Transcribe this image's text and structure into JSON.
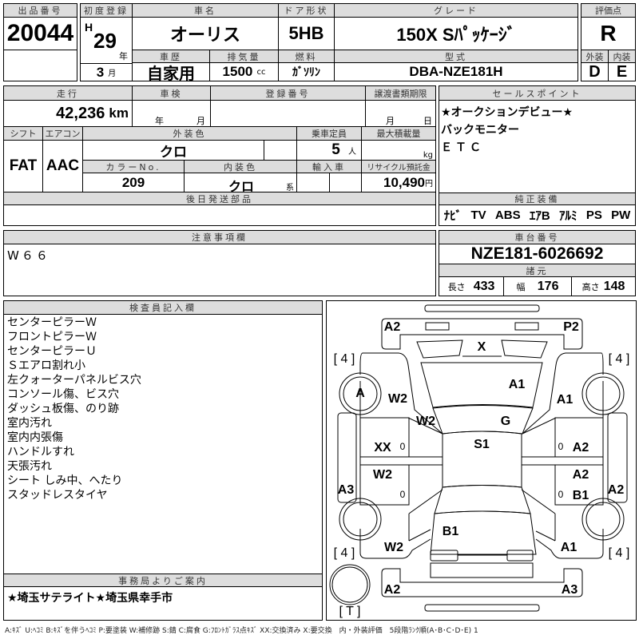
{
  "lot": {
    "label": "出品番号",
    "value": "20044"
  },
  "first_reg": {
    "label": "初度登録",
    "era": "H",
    "year": "29",
    "year_unit": "年",
    "month": "3",
    "month_unit": "月"
  },
  "car_name": {
    "label": "車名",
    "value": "オーリス"
  },
  "door": {
    "label": "ドア形状",
    "value": "5HB"
  },
  "grade": {
    "label": "グレード",
    "value": "150X Sﾊﾟｯｹｰｼﾞ"
  },
  "history": {
    "label": "車歴",
    "value": "自家用"
  },
  "displacement": {
    "label": "排気量",
    "value": "1500",
    "unit": "cc"
  },
  "fuel": {
    "label": "燃料",
    "value": "ｶﾞｿﾘﾝ"
  },
  "model": {
    "label": "型式",
    "value": "DBA-NZE181H"
  },
  "score": {
    "label": "評価点",
    "value": "R",
    "ext_label": "外装",
    "int_label": "内装",
    "ext": "D",
    "int": "E"
  },
  "mileage": {
    "label": "走行",
    "value": "42,236",
    "unit": "km"
  },
  "inspection": {
    "label": "車検",
    "year_unit": "年",
    "month_unit": "月"
  },
  "reg_no": {
    "label": "登録番号"
  },
  "transfer": {
    "label": "譲渡書類期限",
    "month_unit": "月",
    "day_unit": "日"
  },
  "shift": {
    "label": "シフト",
    "value": "FAT"
  },
  "ac": {
    "label": "エアコン",
    "value": "AAC"
  },
  "ext_color": {
    "label": "外装色",
    "value": "クロ"
  },
  "capacity": {
    "label": "乗車定員",
    "value": "5",
    "unit": "人"
  },
  "max_load": {
    "label": "最大積載量",
    "unit": "kg"
  },
  "color_no": {
    "label": "カラーNo.",
    "value": "209"
  },
  "int_color": {
    "label": "内装色",
    "value": "クロ",
    "unit": "系"
  },
  "import": {
    "label": "輸入車"
  },
  "recycle": {
    "label": "リサイクル預託金",
    "value": "10,490",
    "unit": "円"
  },
  "later_parts": {
    "label": "後日発送部品"
  },
  "sales_points": {
    "label": "セールスポイント",
    "items": [
      "★オークションデビュー★",
      "バックモニター",
      "ＥＴＣ"
    ]
  },
  "equipment": {
    "label": "純正装備",
    "items": [
      "ﾅﾋﾞ",
      "TV",
      "ABS",
      "ｴｱB",
      "ｱﾙﾐ",
      "PS",
      "PW"
    ]
  },
  "caution": {
    "label": "注意事項欄",
    "value": "W６６"
  },
  "chassis": {
    "label": "車台番号",
    "value": "NZE181-6026692"
  },
  "specs": {
    "label": "諸元",
    "length_label": "長さ",
    "length": "433",
    "width_label": "幅",
    "width": "176",
    "height_label": "高さ",
    "height": "148"
  },
  "inspector": {
    "label": "検査員記入欄",
    "notes": [
      "センターピラーＷ",
      "フロントピラーＷ",
      "センターピラーＵ",
      "Ｓエアロ割れ小",
      "左クォーターパネルビス穴",
      "コンソール傷、ビス穴",
      "ダッシュ板傷、のり跡",
      "室内汚れ",
      "室内内張傷",
      "ハンドルすれ",
      "天張汚れ",
      "シート しみ中、へたり",
      "スタッドレスタイヤ"
    ]
  },
  "office": {
    "label": "事務局よりご案内",
    "value": "★埼玉サテライト★埼玉県幸手市"
  },
  "diagram": {
    "marks": [
      "A2",
      "P2",
      "X",
      "[ 4 ]",
      "[ 4 ]",
      "A",
      "W2",
      "A1",
      "A1",
      "W2",
      "G",
      "XX",
      "0",
      "S1",
      "0",
      "A2",
      "W2",
      "0",
      "A2",
      "0",
      "A3",
      "A2",
      "B1",
      "B1",
      "[ 4 ]",
      "W2",
      "A1",
      "[ 4 ]",
      "A2",
      "A3",
      "[ T ]"
    ]
  },
  "legend": "A:ｷｽﾞ U:ﾍｺﾐ B:ｷｽﾞを伴うﾍｺﾐ P:要塗装 W:補修跡 S:錆 C:腐食 G:ﾌﾛﾝﾄｶﾞﾗｽ点ｷｽﾞ XX:交換済み X:要交換　内・外装評価　5段階ﾗﾝｸ順(A･B･C･D･E) 1"
}
